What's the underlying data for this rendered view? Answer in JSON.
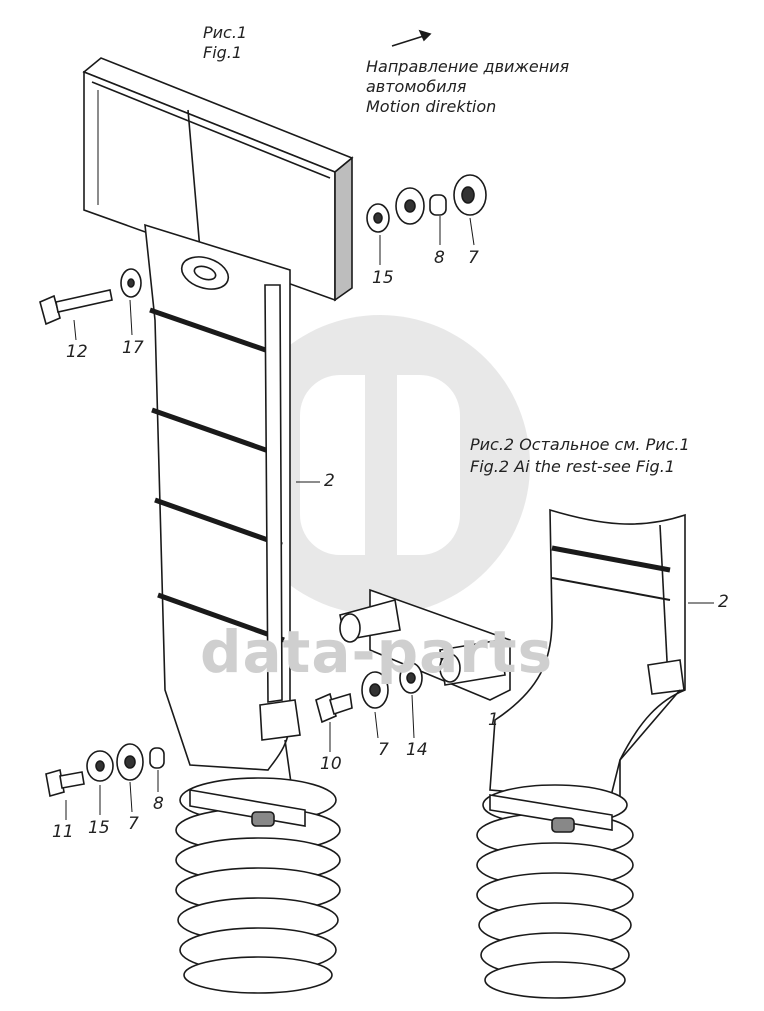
{
  "fig1": {
    "caption_ru": "Рис.1",
    "caption_en": "Fig.1"
  },
  "direction": {
    "line1": "Направление движения",
    "line2": "автомобиля",
    "line3": "Motion direktion"
  },
  "fig2": {
    "caption_ru": "Рис.2 Остальное см. Рис.1",
    "caption_en": "Fig.2 Ai the rest-see Fig.1"
  },
  "callouts": {
    "fig1_top": [
      "15",
      "8",
      "7"
    ],
    "fig1_left": [
      "12",
      "17"
    ],
    "fig1_pipe": "2",
    "fig1_bottom": [
      "11",
      "15",
      "7",
      "8"
    ],
    "fig2_bracket": [
      "10",
      "7",
      "14"
    ],
    "fig2_pipe": "2",
    "fig2_bracket_part": "1"
  },
  "watermark": "data-parts",
  "colors": {
    "line": "#1a1a1a",
    "watermark": "#cfcfcf"
  }
}
